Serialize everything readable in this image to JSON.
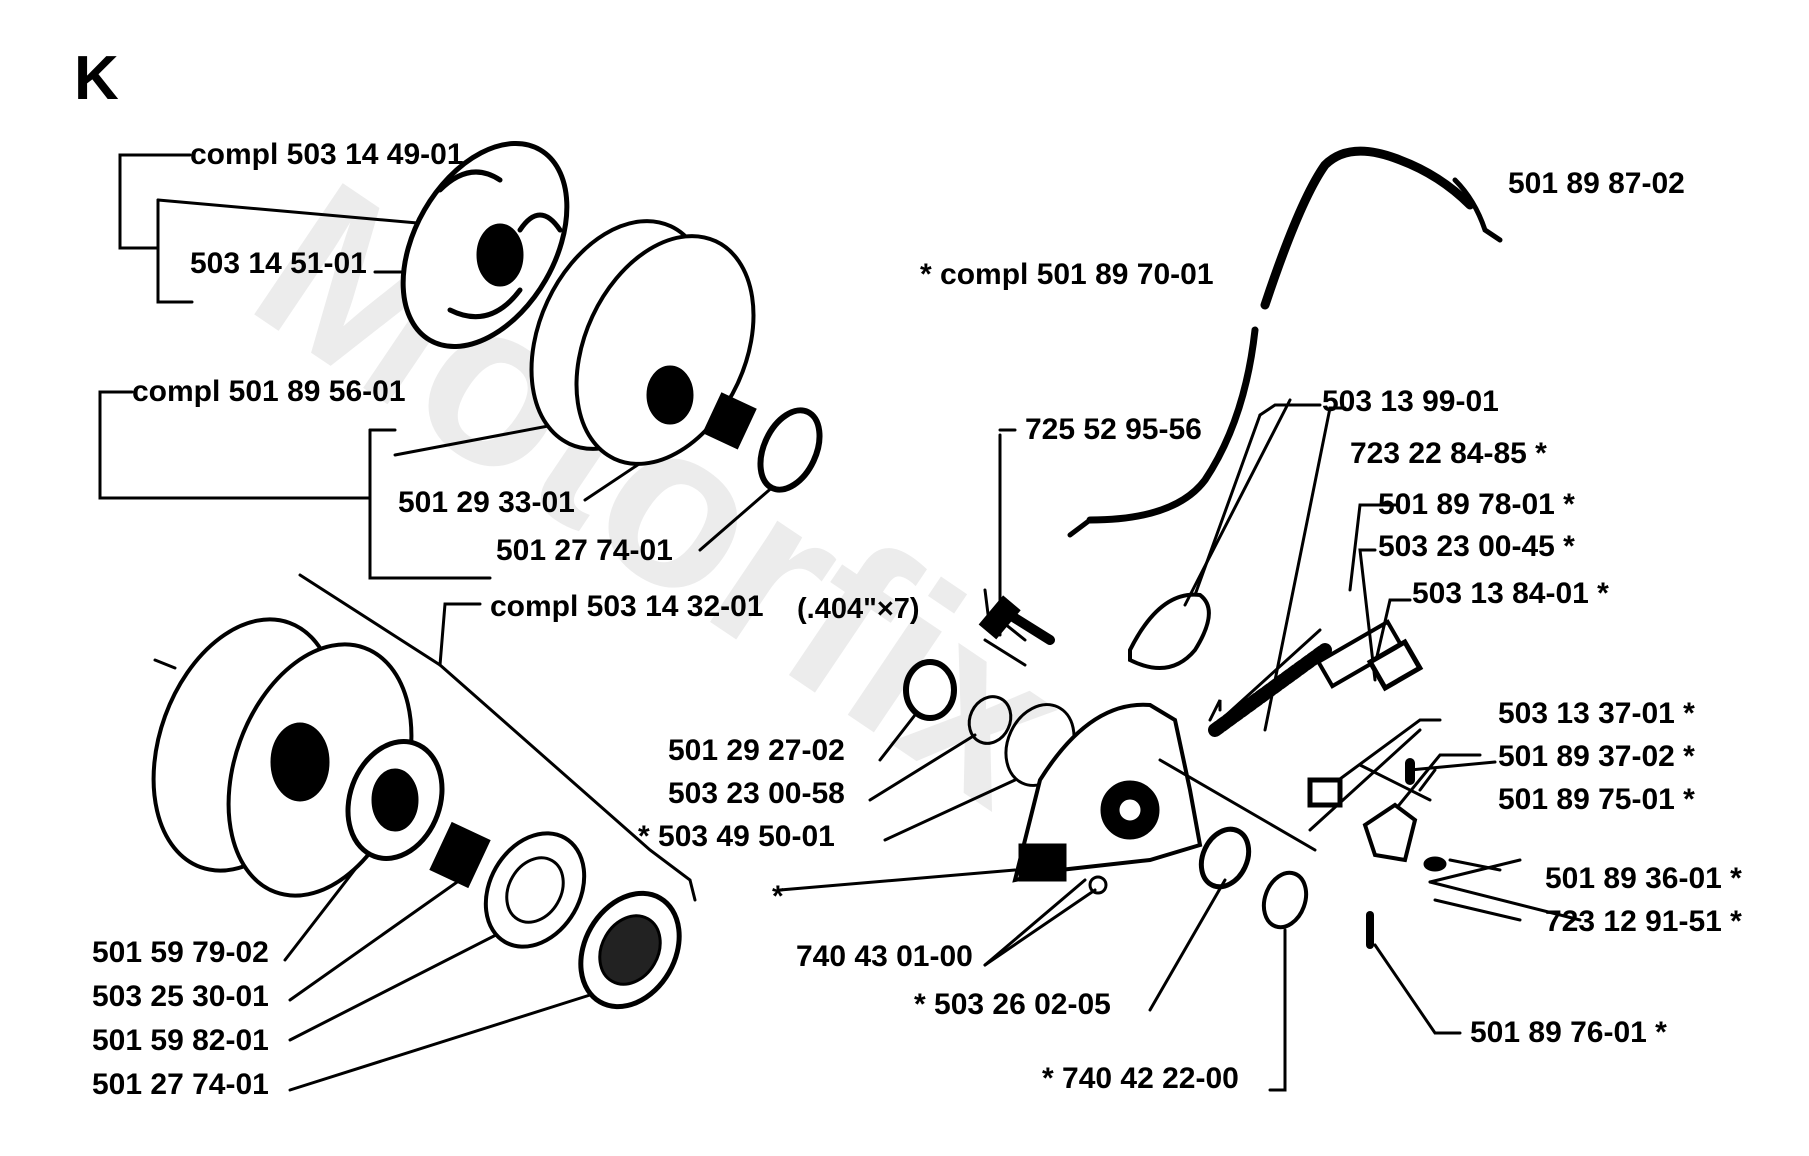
{
  "section_letter": "K",
  "watermark": "Motorfix",
  "labels": {
    "compl_503_14_49_01": "compl 503 14 49-01",
    "p503_14_51_01": "503 14 51-01",
    "compl_501_89_56_01": "compl 501 89 56-01",
    "p501_29_33_01": "501 29 33-01",
    "p501_27_74_01_top": "501 27 74-01",
    "compl_503_14_32_01": "compl 503 14 32-01",
    "chain_spec": "(.404\"×7)",
    "p501_59_79_02": "501 59 79-02",
    "p503_25_30_01": "503 25 30-01",
    "p501_59_82_01": "501 59 82-01",
    "p501_27_74_01_bottom": "501 27 74-01",
    "compl_501_89_70_01": "*  compl 501 89 70-01",
    "p501_89_87_02": "501 89 87-02",
    "p503_13_99_01": "503 13 99-01",
    "p725_52_95_56": "725 52 95-56",
    "p723_22_84_85": "723 22 84-85  *",
    "p501_89_78_01": "501 89 78-01  *",
    "p503_23_00_45": "503 23 00-45  *",
    "p503_13_84_01": "503 13 84-01  *",
    "p501_29_27_02": "501 29 27-02",
    "p503_23_00_58": "503 23 00-58",
    "p503_49_50_01": "*  503 49 50-01",
    "p503_13_37_01": "503 13 37-01  *",
    "p501_89_37_02": "501 89 37-02  *",
    "p501_89_75_01": "501 89 75-01  *",
    "star_left": "*",
    "p501_89_36_01": "501 89 36-01  *",
    "p723_12_91_51": "723 12 91-51  *",
    "p740_43_01_00": "740 43 01-00",
    "p503_26_02_05": "*  503 26 02-05",
    "p501_89_76_01": "501 89 76-01  *",
    "p740_42_22_00": "*  740 42 22-00"
  }
}
